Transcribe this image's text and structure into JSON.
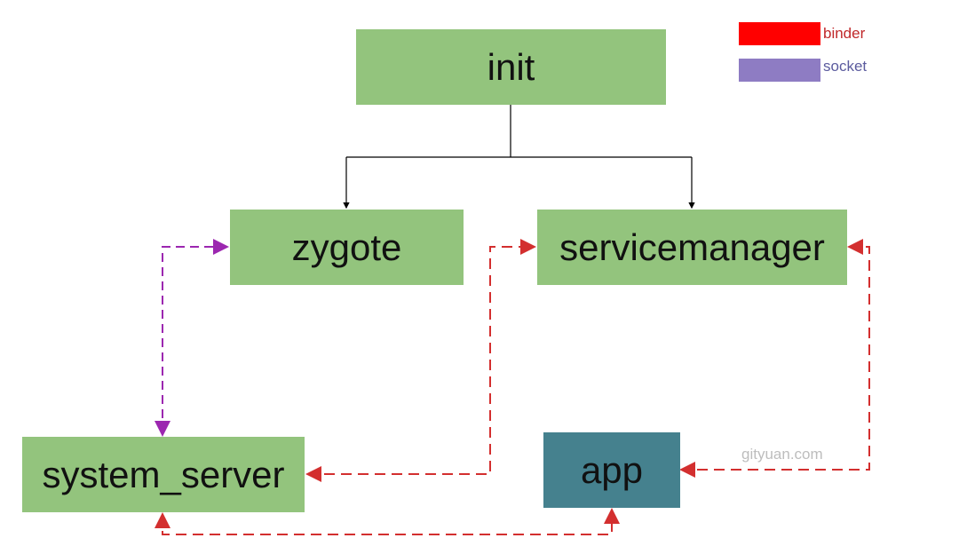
{
  "nodes": {
    "init": "init",
    "zygote": "zygote",
    "servicemanager": "servicemanager",
    "system_server": "system_server",
    "app": "app"
  },
  "legend": {
    "binder": {
      "label": "binder",
      "color": "#ff0000",
      "text_color": "#c0282a"
    },
    "socket": {
      "label": "socket",
      "color": "#8e7cc3",
      "text_color": "#5b5b9e"
    }
  },
  "colors": {
    "node_fill": "#93c47d",
    "app_fill": "#45818e",
    "tree_line": "#000000",
    "binder_line": "#d32f2f",
    "socket_line": "#9c27b0"
  },
  "watermark": "gityuan.com"
}
